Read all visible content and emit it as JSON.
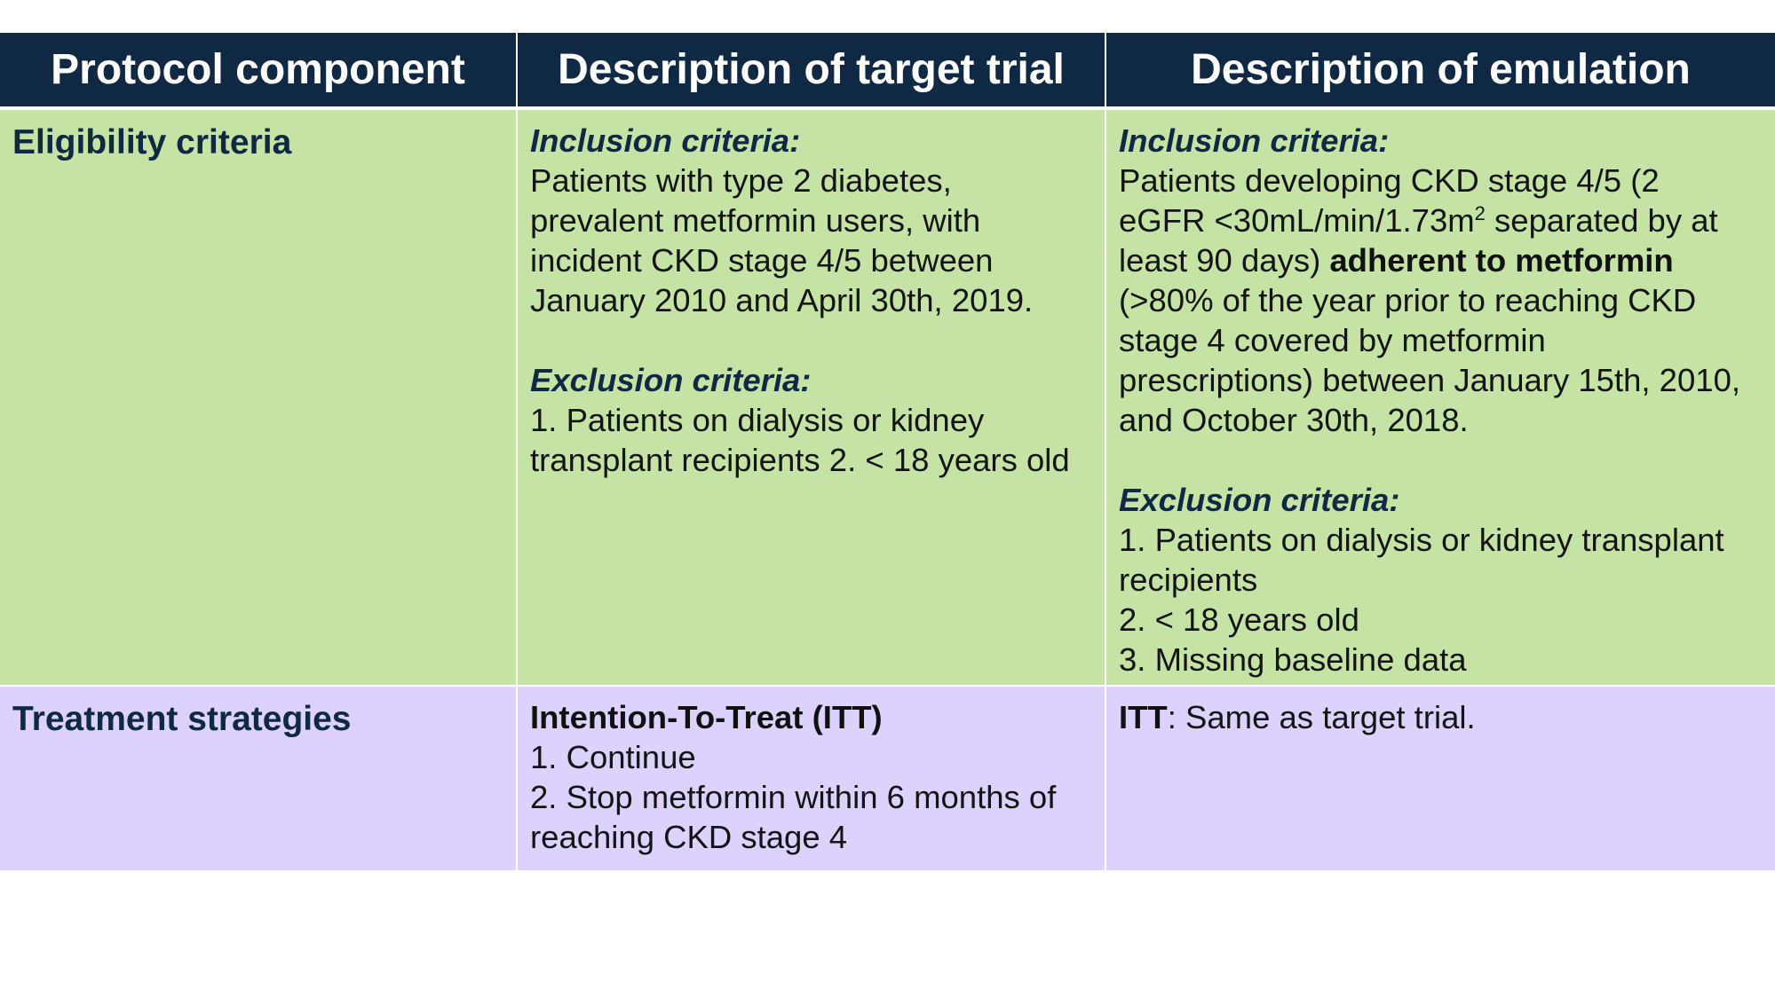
{
  "header": {
    "col1": "Protocol component",
    "col2": "Description of target trial",
    "col3": "Description of emulation"
  },
  "eligibility": {
    "label": "Eligibility criteria",
    "target": {
      "inclusion_heading": "Inclusion criteria:",
      "inclusion_lines": [
        "Patients with type 2 diabetes,",
        "prevalent metformin users, with",
        "incident CKD stage 4/5 between",
        "January 2010 and April 30th, 2019."
      ],
      "exclusion_heading": "Exclusion criteria:",
      "exclusion_lines": [
        "1. Patients on dialysis or kidney",
        "transplant recipients 2. < 18 years old"
      ]
    },
    "emulation": {
      "inclusion_heading": "Inclusion criteria:",
      "line1": "Patients developing CKD stage 4/5 (2",
      "line2_pre": "eGFR <30mL/min/1.73m",
      "line2_sup": "2",
      "line2_post": " separated by at",
      "line3_pre": "least 90 days) ",
      "line3_bold": "adherent to metformin",
      "line4": "(>80% of the year prior to reaching CKD",
      "line5": "stage 4 covered by metformin",
      "line6": "prescriptions) between January 15th, 2010,",
      "line7": "and October 30th, 2018.",
      "exclusion_heading": "Exclusion criteria:",
      "exclusion_lines": [
        "1. Patients on dialysis or kidney transplant",
        "recipients",
        "2. < 18 years old",
        "3. Missing baseline data"
      ]
    }
  },
  "treatment": {
    "label": "Treatment strategies",
    "target": {
      "heading": "Intention-To-Treat (ITT)",
      "lines": [
        "1. Continue",
        "2. Stop metformin within 6 months of",
        "reaching CKD stage 4"
      ]
    },
    "emulation": {
      "bold": "ITT",
      "rest": ": Same as target trial."
    }
  },
  "colors": {
    "header_bg": "#0f2843",
    "eligibility_bg": "#c5e3a5",
    "treatment_bg": "#dcd2fd"
  }
}
